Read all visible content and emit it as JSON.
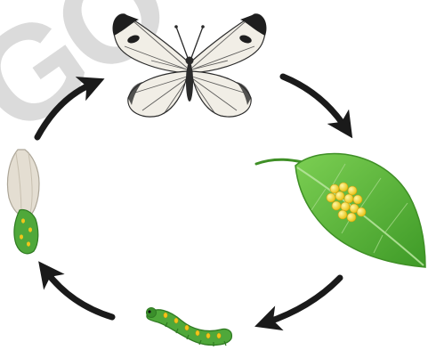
{
  "diagram": {
    "stages": [
      {
        "id": "adult",
        "name": "butterfly-icon"
      },
      {
        "id": "egg",
        "name": "leaf-with-eggs-icon"
      },
      {
        "id": "larva",
        "name": "caterpillar-icon"
      },
      {
        "id": "pupa",
        "name": "chrysalis-icon"
      }
    ],
    "watermark": "GO",
    "colors": {
      "arrow": "#1a1a1a",
      "leaf": "#5cb83a",
      "leaf_dark": "#3f8f26",
      "egg": "#f2d41c",
      "caterpillar": "#4fa83a",
      "caterpillar_spot": "#f2c51a",
      "wing": "#f1eee6",
      "wing_mark": "#1e1e1e",
      "chrysalis": "#e3ddd0"
    }
  }
}
